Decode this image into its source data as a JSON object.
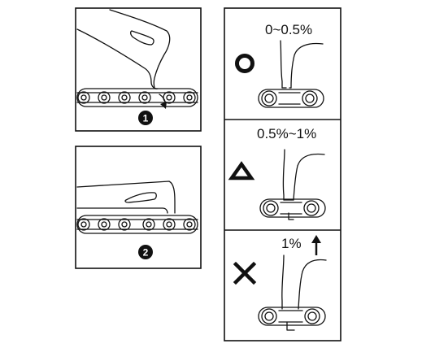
{
  "steps": [
    {
      "number": "1"
    },
    {
      "number": "2"
    }
  ],
  "wear_levels": [
    {
      "symbol": "circle-icon",
      "range": "0~0.5%"
    },
    {
      "symbol": "triangle-icon",
      "range": "0.5%~1%"
    },
    {
      "symbol": "cross-icon",
      "range": "1%",
      "indicator": "arrow-up-icon"
    }
  ]
}
